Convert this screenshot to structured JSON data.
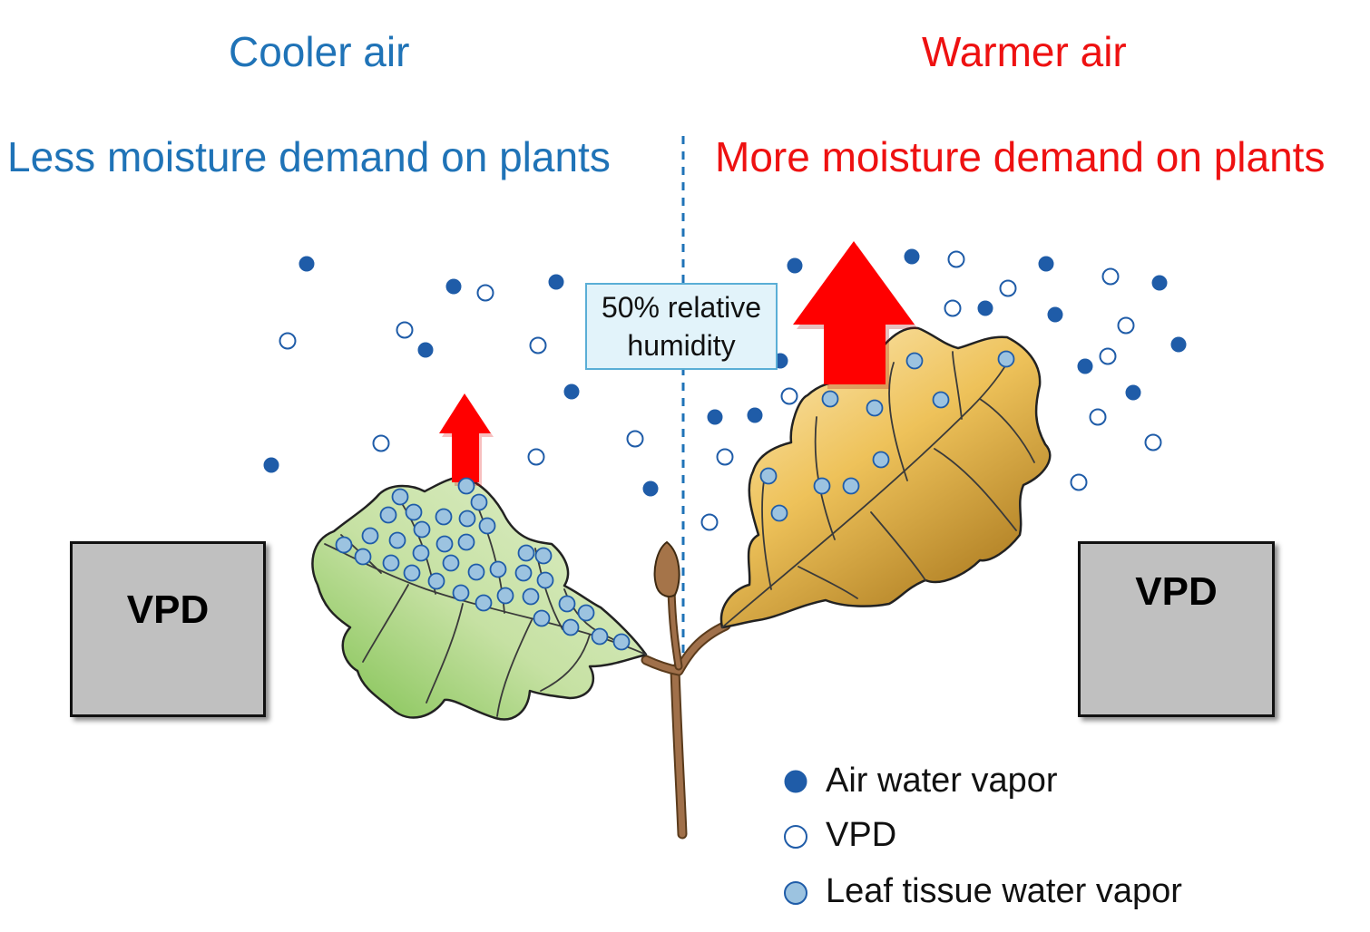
{
  "left_side": {
    "title": "Cooler air",
    "subtitle": "Less moisture demand on plants",
    "vpd_label": "VPD"
  },
  "right_side": {
    "title": "Warmer air",
    "subtitle": "More moisture demand on plants",
    "vpd_label": "VPD"
  },
  "humidity_box": {
    "line1": "50% relative",
    "line2": "humidity"
  },
  "legend": {
    "air_water_vapor": "Air water vapor",
    "vpd": "VPD",
    "leaf_tissue_water_vapor": "Leaf tissue water vapor"
  },
  "colors": {
    "cool_text": "#1f73b7",
    "warm_text": "#ee1111",
    "air_vapor_dot": "#1f5ca8",
    "vpd_dot_stroke": "#1f5ca8",
    "leaf_vapor_dot": "#9cc3e0",
    "arrow": "#ff0000",
    "green_leaf": "#c5e0a0",
    "brown_leaf": "#d8a23a",
    "stem": "#a0704a"
  },
  "icons": {
    "air_vapor": "filled-circle",
    "vpd": "open-circle",
    "leaf_vapor": "light-blue-circle",
    "demand": "up-arrow"
  }
}
